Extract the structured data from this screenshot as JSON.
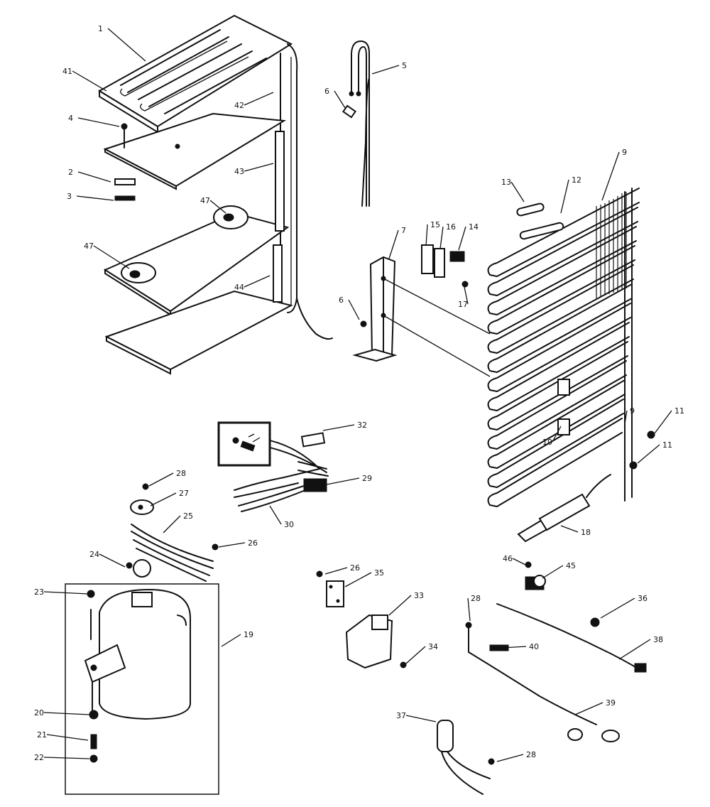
{
  "parts": [
    {
      "id": "p1",
      "label": "1"
    },
    {
      "id": "p41",
      "label": "41"
    },
    {
      "id": "p4",
      "label": "4"
    },
    {
      "id": "p42",
      "label": "42"
    },
    {
      "id": "p2",
      "label": "2"
    },
    {
      "id": "p3",
      "label": "3"
    },
    {
      "id": "p43",
      "label": "43"
    },
    {
      "id": "p47a",
      "label": "47"
    },
    {
      "id": "p47b",
      "label": "47"
    },
    {
      "id": "p44",
      "label": "44"
    },
    {
      "id": "p5",
      "label": "5"
    },
    {
      "id": "p6a",
      "label": "6"
    },
    {
      "id": "p7",
      "label": "7"
    },
    {
      "id": "p6b",
      "label": "6"
    },
    {
      "id": "p13",
      "label": "13"
    },
    {
      "id": "p12",
      "label": "12"
    },
    {
      "id": "p9a",
      "label": "9"
    },
    {
      "id": "p15",
      "label": "15"
    },
    {
      "id": "p16a",
      "label": "16"
    },
    {
      "id": "p14",
      "label": "14"
    },
    {
      "id": "p17",
      "label": "17"
    },
    {
      "id": "p9b",
      "label": "9"
    },
    {
      "id": "p11a",
      "label": "11"
    },
    {
      "id": "p11b",
      "label": "11"
    },
    {
      "id": "p10",
      "label": "10"
    },
    {
      "id": "p18",
      "label": "18"
    },
    {
      "id": "p32",
      "label": "32"
    },
    {
      "id": "p28a",
      "label": "28"
    },
    {
      "id": "p27",
      "label": "27"
    },
    {
      "id": "p29",
      "label": "29"
    },
    {
      "id": "p25",
      "label": "25"
    },
    {
      "id": "p30",
      "label": "30"
    },
    {
      "id": "p24",
      "label": "24"
    },
    {
      "id": "p26a",
      "label": "26"
    },
    {
      "id": "p26b",
      "label": "26"
    },
    {
      "id": "p35",
      "label": "35"
    },
    {
      "id": "p46",
      "label": "46"
    },
    {
      "id": "p45",
      "label": "45"
    },
    {
      "id": "p23",
      "label": "23"
    },
    {
      "id": "p19",
      "label": "19"
    },
    {
      "id": "p33",
      "label": "33"
    },
    {
      "id": "p28b",
      "label": "28"
    },
    {
      "id": "p36",
      "label": "36"
    },
    {
      "id": "p34",
      "label": "34"
    },
    {
      "id": "p40",
      "label": "40"
    },
    {
      "id": "p38",
      "label": "38"
    },
    {
      "id": "p20",
      "label": "20"
    },
    {
      "id": "p21",
      "label": "21"
    },
    {
      "id": "p22",
      "label": "22"
    },
    {
      "id": "p39",
      "label": "39"
    },
    {
      "id": "p37",
      "label": "37"
    },
    {
      "id": "p28c",
      "label": "28"
    }
  ]
}
